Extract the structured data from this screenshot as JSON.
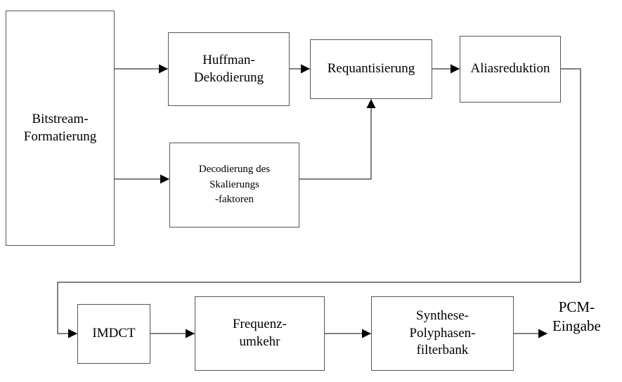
{
  "blocks": {
    "bitstream": [
      "Bitstream-",
      "Formatierung"
    ],
    "huffman": [
      "Huffman-",
      "Dekodierung"
    ],
    "requant": [
      "Requantisierung"
    ],
    "alias": [
      "Aliasreduktion"
    ],
    "scalefactors": [
      "Decodierung des",
      "Skalierungs",
      "-faktoren"
    ],
    "imdct": [
      "IMDCT"
    ],
    "freq": [
      "Frequenz-",
      "umkehr"
    ],
    "synth": [
      "Synthese-",
      "Polyphasen-",
      "filterbank"
    ]
  },
  "output": [
    "PCM-",
    "Eingabe"
  ]
}
